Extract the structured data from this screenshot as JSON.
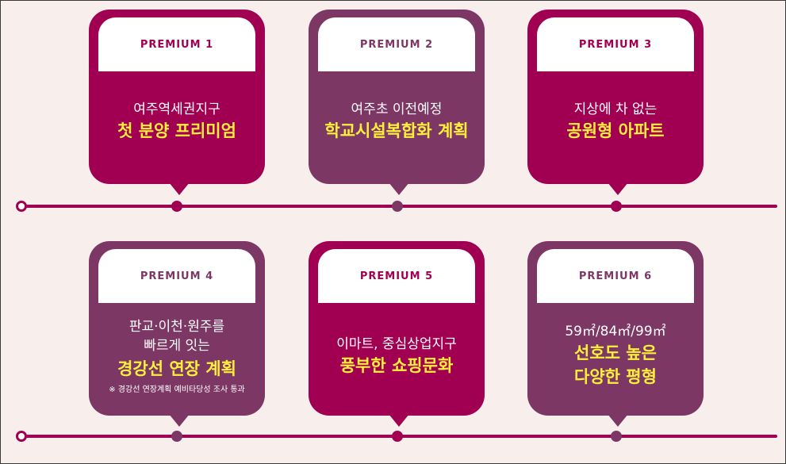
{
  "colors": {
    "background": "#f8eeec",
    "deep_magenta": "#a10052",
    "muted_plum": "#7d3765",
    "highlight_yellow": "#ffef3a"
  },
  "cards": [
    {
      "premium": "PREMIUM 1",
      "line1": "여주역세권지구",
      "line2": "첫 분양 프리미엄"
    },
    {
      "premium": "PREMIUM 2",
      "line1": "여주초 이전예정",
      "line2": "학교시설복합화 계획"
    },
    {
      "premium": "PREMIUM 3",
      "line1": "지상에 차 없는",
      "line2": "공원형 아파트"
    },
    {
      "premium": "PREMIUM 4",
      "line1": "판교·이천·원주를",
      "line1b": "빠르게 잇는",
      "line2": "경강선 연장 계획",
      "note": "※ 경강선 연장계획 예비타당성 조사 통과"
    },
    {
      "premium": "PREMIUM 5",
      "line1": "이마트, 중심상업지구",
      "line2": "풍부한 쇼핑문화"
    },
    {
      "premium": "PREMIUM 6",
      "line1": "59㎡/84㎡/99㎡",
      "line2": "선호도 높은",
      "line2b": "다양한 평형"
    }
  ]
}
